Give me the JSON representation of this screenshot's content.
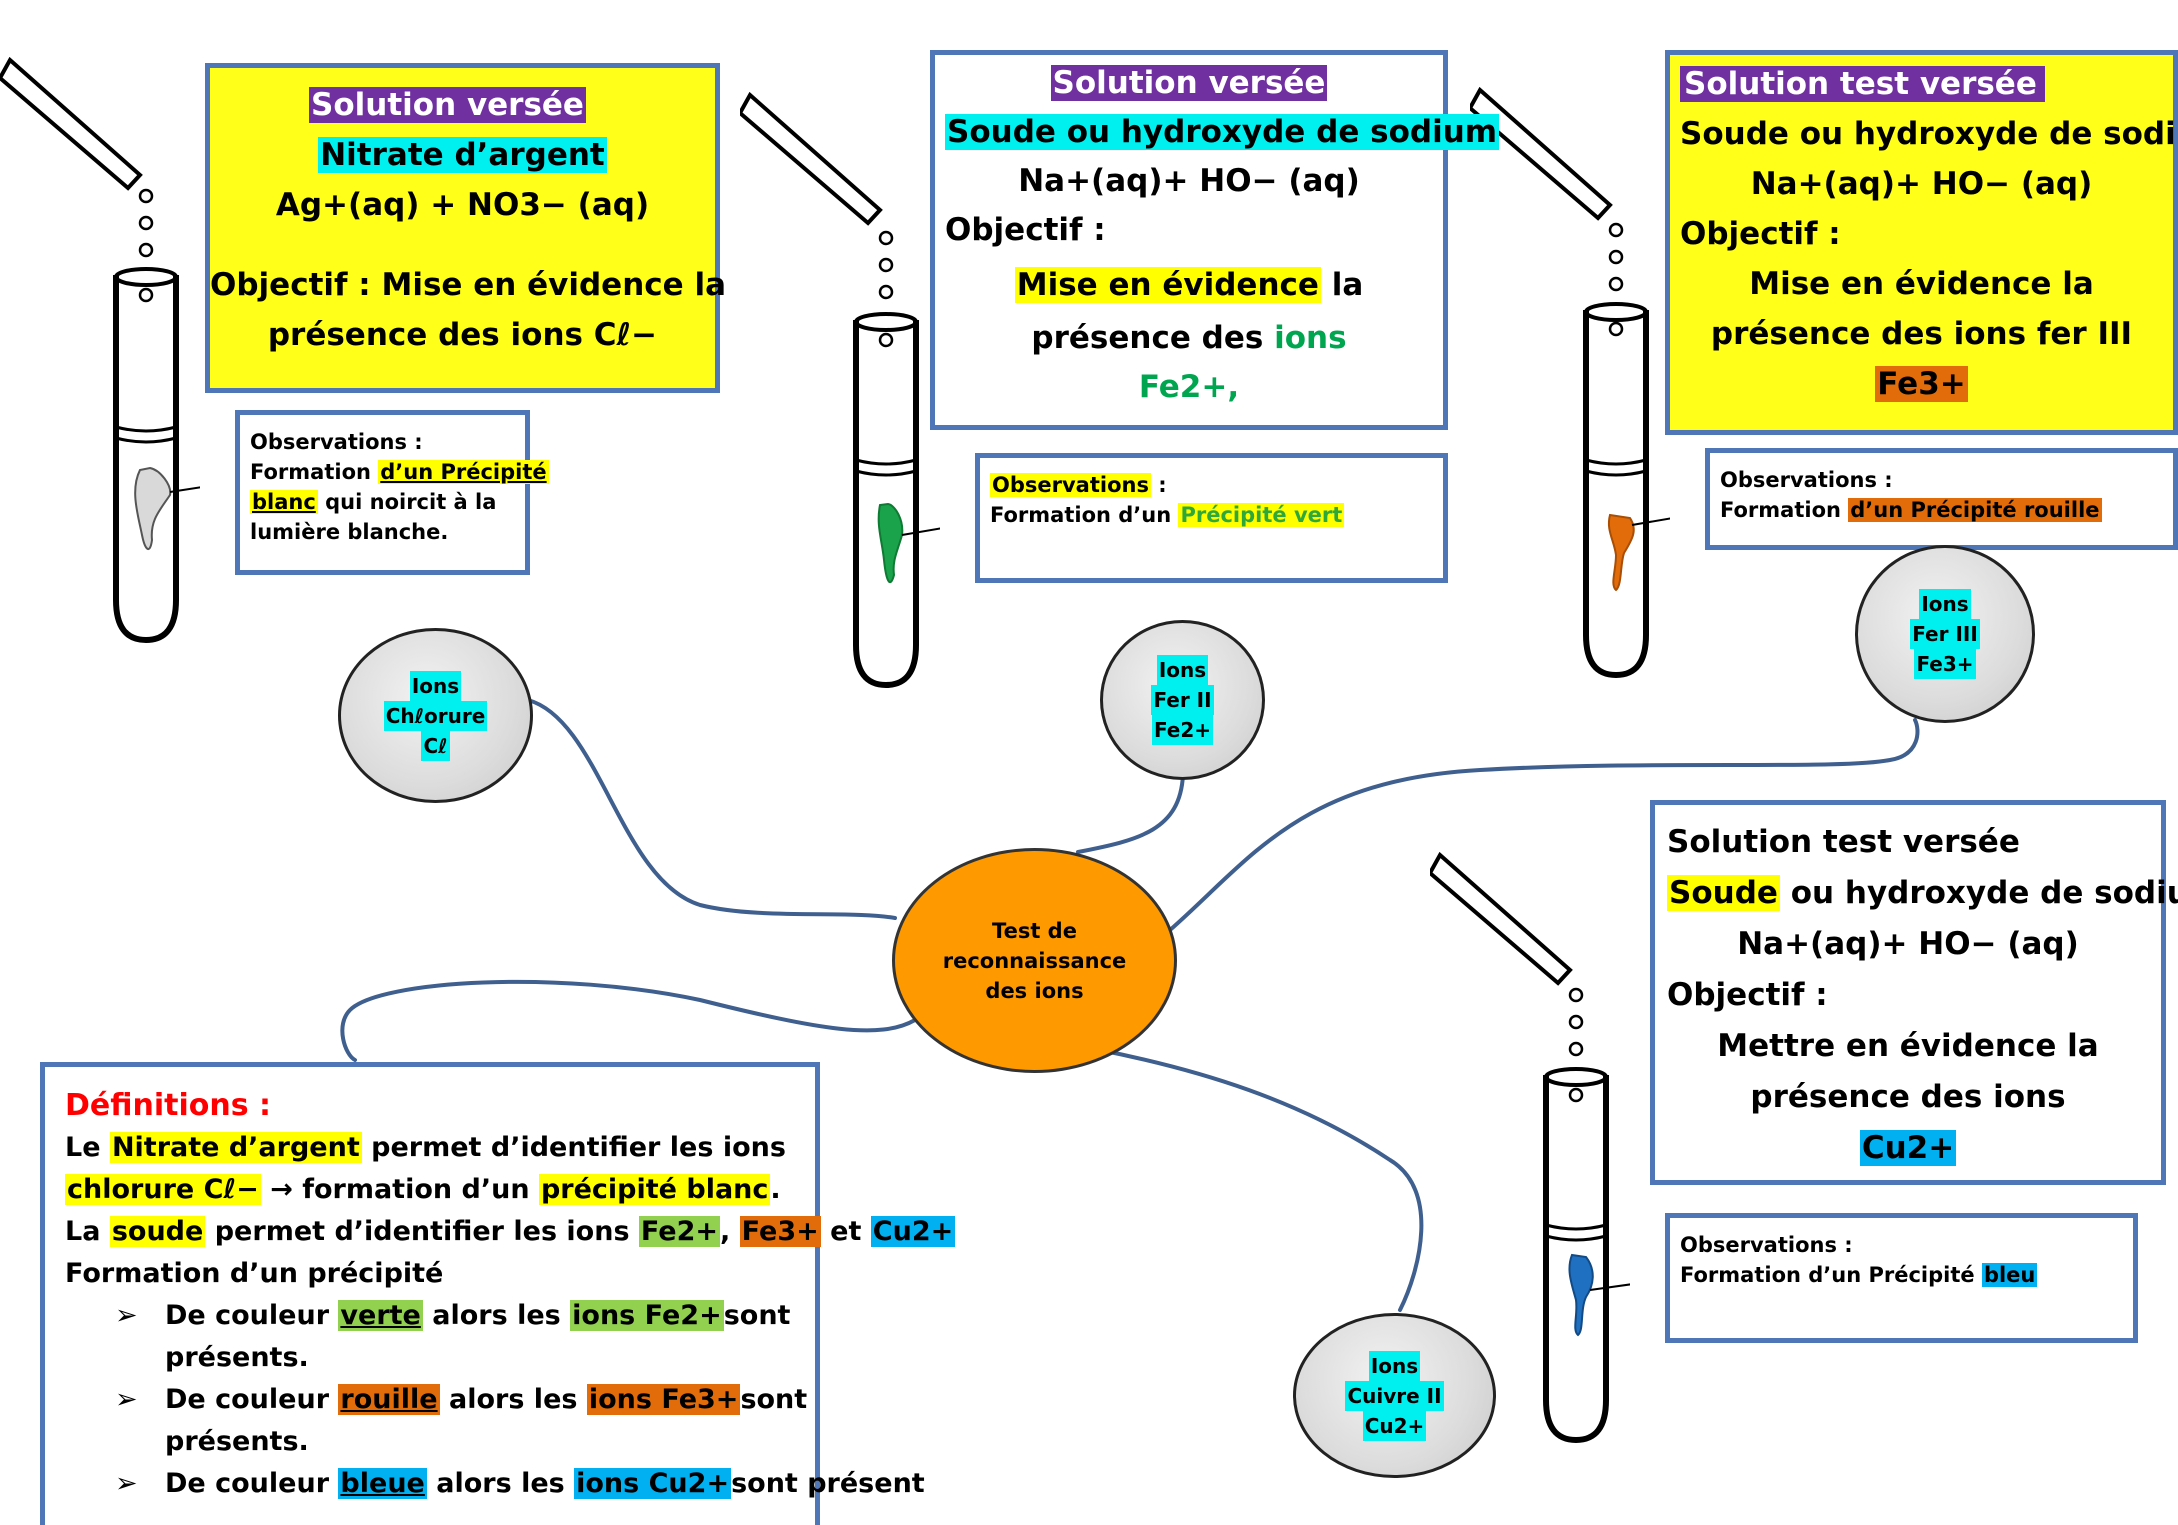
{
  "box1": {
    "title": "Solution versée",
    "reagent": "Nitrate d’argent",
    "formula": "Ag+(aq) + NO3− (aq)",
    "objective_label": "Objectif : Mise en évidence la",
    "objective_text": "présence des ions Cℓ−"
  },
  "obs1": {
    "label": "Observations :",
    "line1_pre": "Formation",
    "line1_hl": "d’un Précipité",
    "line2_hl": "blanc",
    "line2_post": "qui noircit à la",
    "line3": "lumière blanche."
  },
  "box2": {
    "title": "Solution versée",
    "reagent": "Soude ou hydroxyde de sodium",
    "formula": "Na+(aq)+ HO− (aq)",
    "objective_label": "Objectif :",
    "objective_hl": "Mise en évidence",
    "objective_post": "la",
    "line_pre": "présence des",
    "line_ions": "ions",
    "ion": "Fe2+,"
  },
  "obs2": {
    "label": "Observations",
    "colon": ":",
    "line1_pre": "Formation d’un",
    "line1_hl": "Précipité vert"
  },
  "box3": {
    "title": "Solution test versée",
    "reagent": "Soude ou hydroxyde de sodium",
    "formula": "Na+(aq)+ HO− (aq)",
    "objective_label": "Objectif :",
    "objective_line1": "Mise en évidence la",
    "objective_line2": "présence des ions fer III",
    "ion": "Fe3+"
  },
  "obs3": {
    "label": "Observations :",
    "line1_pre": "Formation",
    "line1_hl": "d’un Précipité rouille"
  },
  "box4": {
    "title": "Solution test versée",
    "reagent_hl": "Soude",
    "reagent_post": "ou hydroxyde de sodium",
    "formula": "Na+(aq)+ HO− (aq)",
    "objective_label": "Objectif :",
    "objective_line1": "Mettre en évidence la",
    "objective_line2": "présence des ions",
    "ion": "Cu2+"
  },
  "obs4": {
    "label": "Observations :",
    "line1_pre": "Formation d’un Précipité",
    "line1_hl": "bleu"
  },
  "nodes": {
    "chlorure": [
      "Ions",
      "Chℓorure",
      "Cℓ"
    ],
    "fer2": [
      "Ions",
      "Fer II",
      "Fe2+"
    ],
    "fer3": [
      "Ions",
      "Fer III",
      "Fe3+"
    ],
    "cuivre": [
      "Ions",
      "Cuivre II",
      "Cu2+"
    ],
    "center": [
      "Test de",
      "reconnaissance",
      "des ions"
    ]
  },
  "definitions": {
    "title": "Définitions :",
    "l1_pre": "Le",
    "l1_hl": "Nitrate d’argent",
    "l1_mid": "permet",
    "l1_bold": "d’identifier",
    "l1_post": "les ions",
    "l2_hl1": "chlorure Cℓ−",
    "l2_arrow": "→",
    "l2_bold": "formation",
    "l2_mid": "d’un",
    "l2_hl2": "précipité blanc",
    "l2_dot": ".",
    "l3_pre": "La",
    "l3_hl": "soude",
    "l3_mid": "permet",
    "l3_bold": "d’identifier",
    "l3_post": "les ions",
    "l3_fe2": "Fe2+",
    "l3_comma": ",",
    "l3_fe3": "Fe3+",
    "l3_et": "et",
    "l3_cu": "Cu2+",
    "l4_bold": "Formation",
    "l4_post": "d’un précipité",
    "bullet_mark": "➢",
    "b1_pre": "De couleur",
    "b1_hl": "verte",
    "b1_mid": "alors les",
    "b1_ions": "ions Fe2+",
    "b1_post": "sont",
    "b1_cont": "présents.",
    "b2_pre": "De couleur",
    "b2_hl": "rouille",
    "b2_mid": "alors les",
    "b2_ions": "ions Fe3+",
    "b2_post": "sont",
    "b2_cont": "présents.",
    "b3_pre": "De couleur",
    "b3_hl": "bleue",
    "b3_mid": "alors les",
    "b3_ions": "ions Cu2+",
    "b3_post": "sont présent"
  },
  "colors": {
    "border": "#4f77b8",
    "yellow_box": "#ffff1a",
    "center_node": "#ff9900",
    "connector": "#3f5f8f",
    "precipitate_white": "#d9d9d9",
    "precipitate_green": "#1aa34a",
    "precipitate_orange": "#e36c0a",
    "precipitate_blue": "#1f70c1"
  }
}
